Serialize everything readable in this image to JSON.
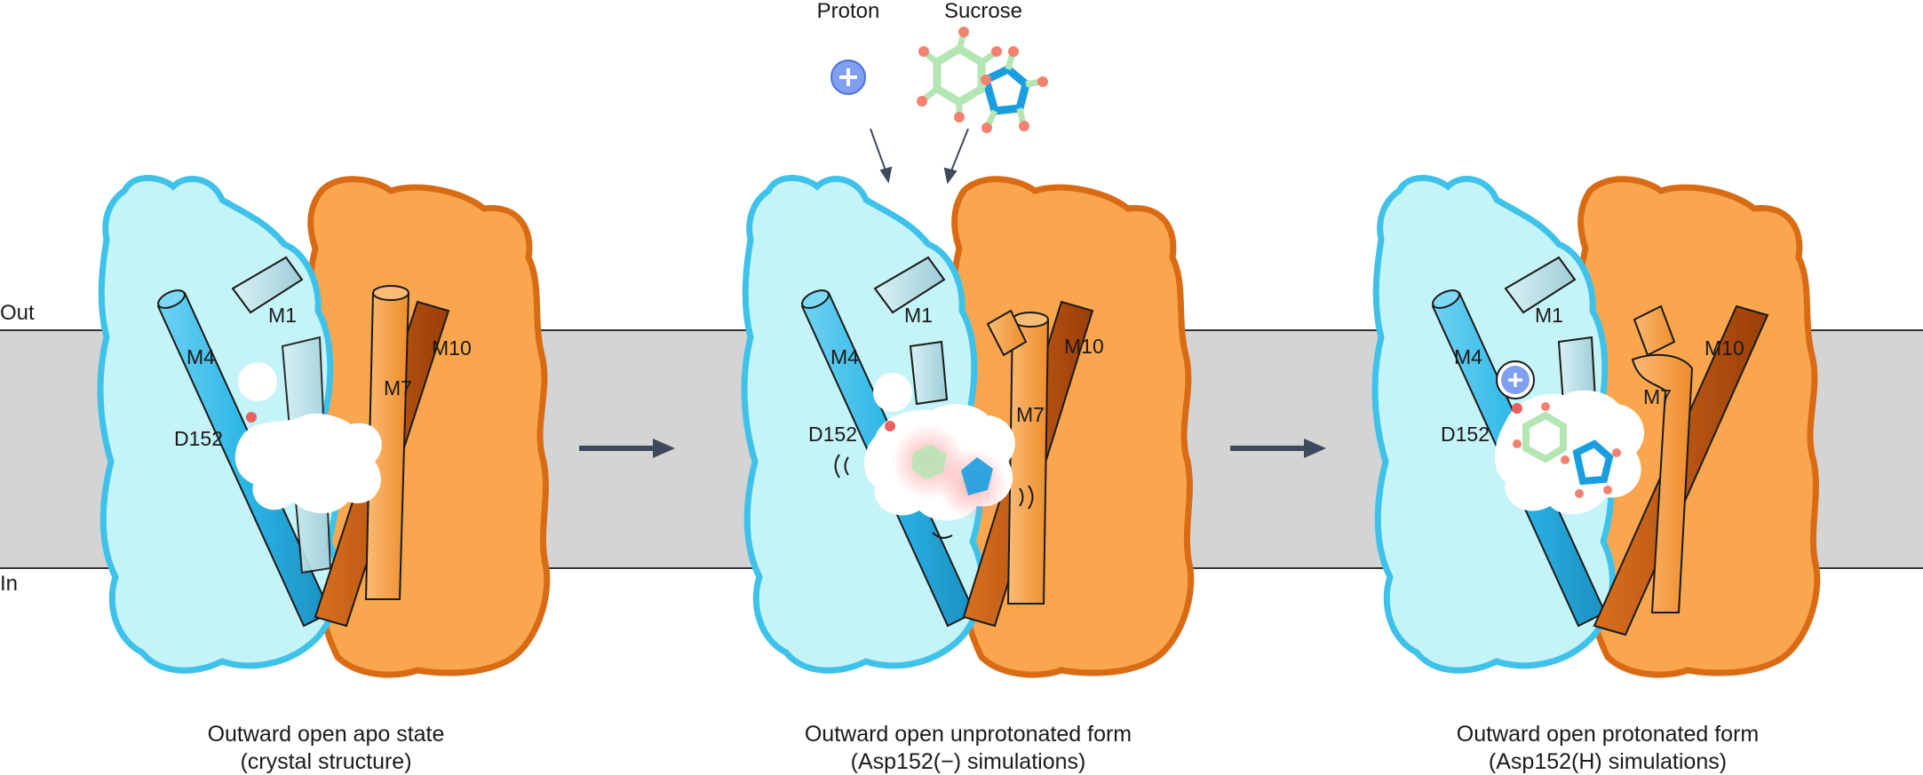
{
  "membrane": {
    "out_label": "Out",
    "in_label": "In"
  },
  "reagents": {
    "proton_label": "Proton",
    "sucrose_label": "Sucrose"
  },
  "helix_labels": {
    "m1": "M1",
    "m4": "M4",
    "m7": "M7",
    "m10": "M10",
    "residue": "D152"
  },
  "panels": [
    {
      "caption_line1": "Outward open apo state",
      "caption_line2": "(crystal structure)"
    },
    {
      "caption_line1": "Outward open unprotonated form",
      "caption_line2": "(Asp152(−) simulations)"
    },
    {
      "caption_line1": "Outward open protonated form",
      "caption_line2": "(Asp152(H) simulations)"
    }
  ],
  "colors": {
    "membrane": "#d4d4d4",
    "domain_cyan": "#c4f3f8",
    "domain_cyan_edge": "#3fc2ea",
    "domain_orange": "#f9a64e",
    "domain_orange_edge": "#d96b14",
    "helix_blue": "#2bb6e6",
    "helix_light": "#bde3ea",
    "helix_orange": "#f9a64e",
    "helix_brown": "#bf5512",
    "proton": "#7f9ff0",
    "arrow": "#3e4a5c"
  }
}
